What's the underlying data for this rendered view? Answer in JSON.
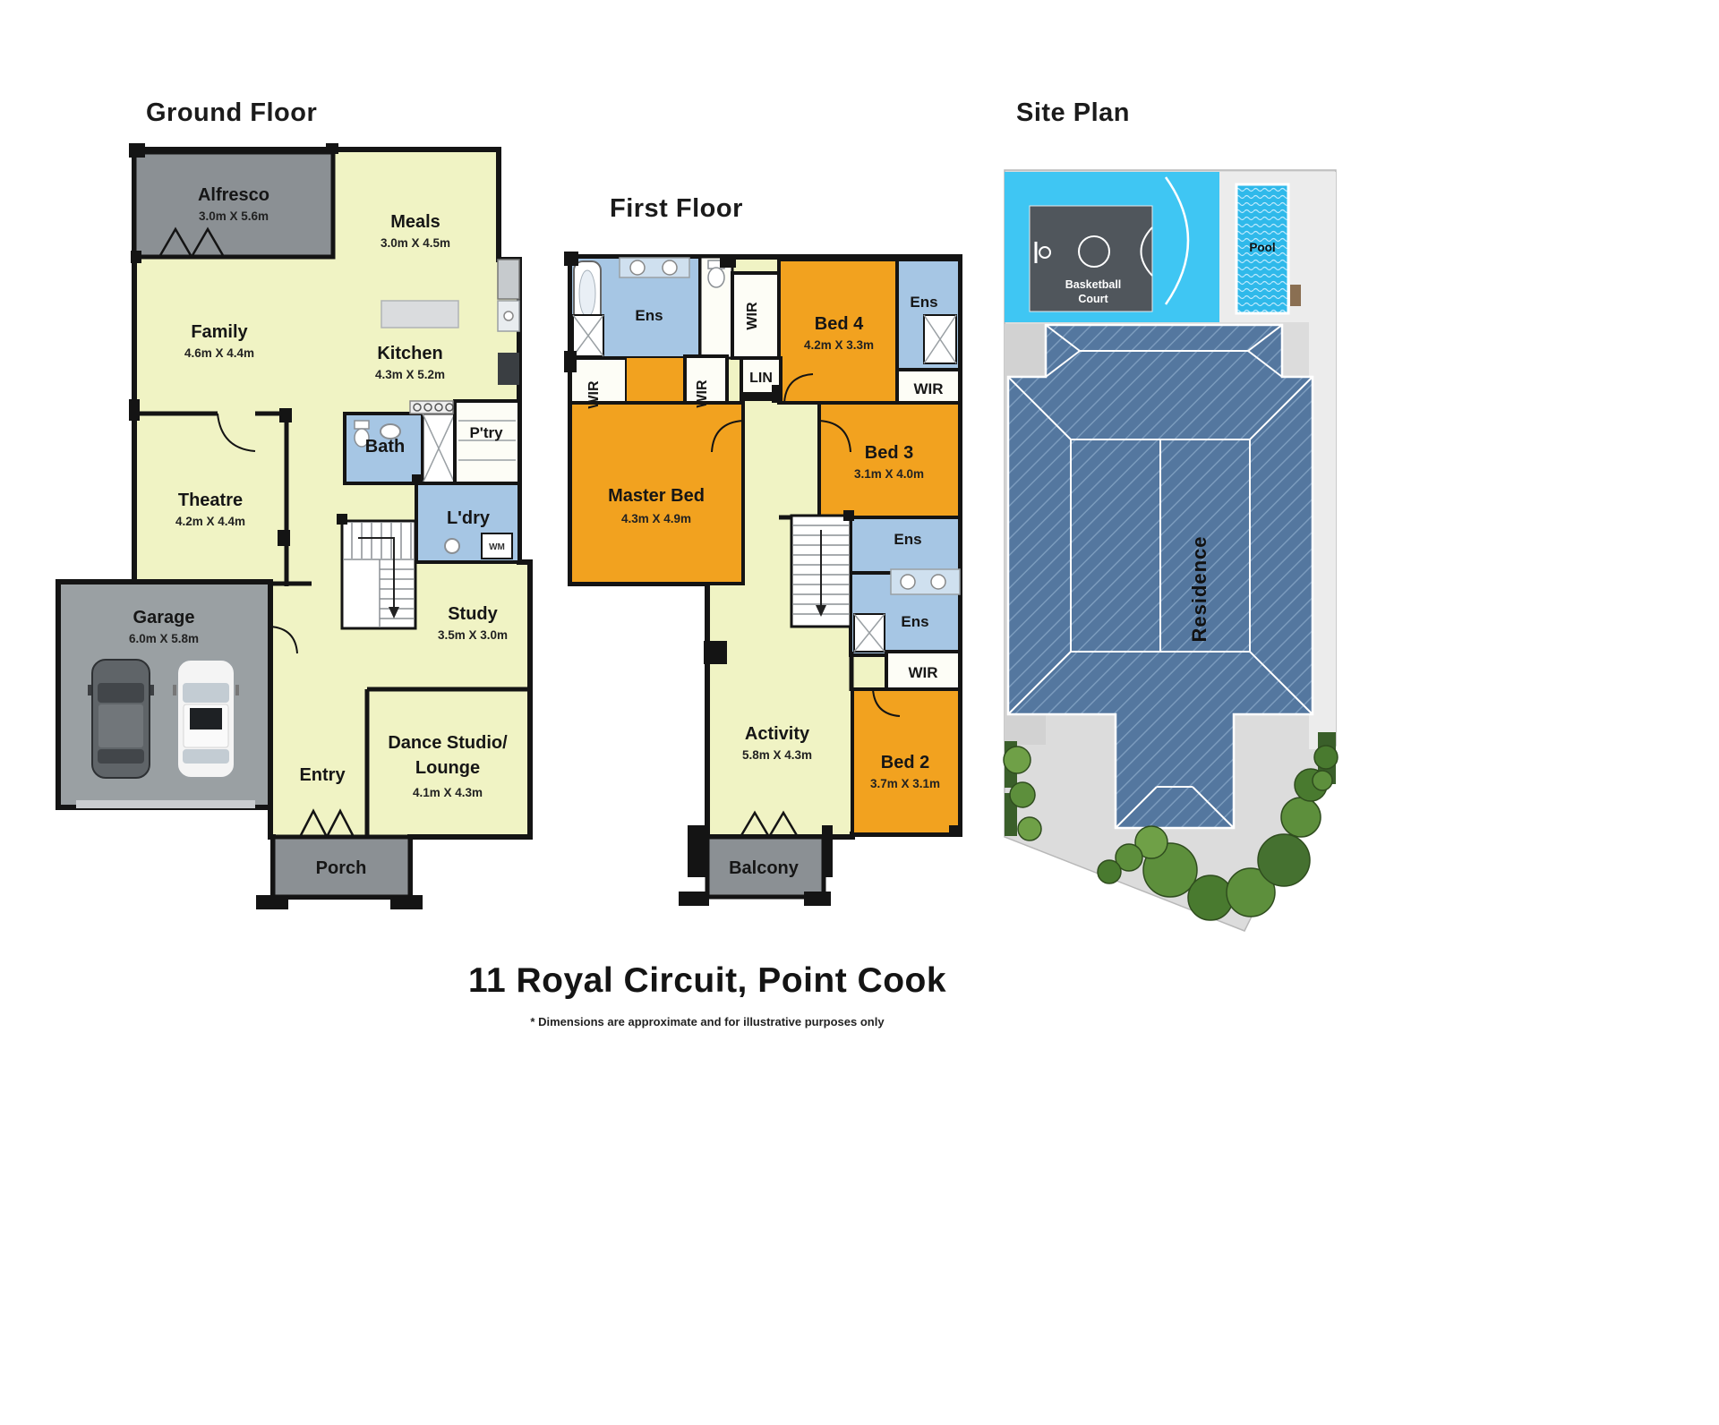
{
  "page": {
    "address": "11 Royal Circuit, Point Cook",
    "disclaimer": "* Dimensions are approximate and for illustrative purposes only"
  },
  "headings": {
    "ground_floor": "Ground Floor",
    "first_floor": "First Floor",
    "site_plan": "Site Plan"
  },
  "ground_floor": {
    "alfresco": {
      "name": "Alfresco",
      "dims": "3.0m X 5.6m"
    },
    "meals": {
      "name": "Meals",
      "dims": "3.0m X 4.5m"
    },
    "family": {
      "name": "Family",
      "dims": "4.6m X 4.4m"
    },
    "kitchen": {
      "name": "Kitchen",
      "dims": "4.3m X 5.2m"
    },
    "pantry": {
      "name": "P'try"
    },
    "bath": {
      "name": "Bath"
    },
    "theatre": {
      "name": "Theatre",
      "dims": "4.2m X 4.4m"
    },
    "laundry": {
      "name": "L'dry"
    },
    "washing_machine": {
      "name": "WM"
    },
    "garage": {
      "name": "Garage",
      "dims": "6.0m X 5.8m"
    },
    "study": {
      "name": "Study",
      "dims": "3.5m X 3.0m"
    },
    "dance_studio": {
      "name_line1": "Dance Studio/",
      "name_line2": "Lounge",
      "dims": "4.1m X 4.3m"
    },
    "entry": {
      "name": "Entry"
    },
    "porch": {
      "name": "Porch"
    }
  },
  "first_floor": {
    "ens_master": {
      "name": "Ens"
    },
    "wir_master_top": {
      "name": "WIR"
    },
    "bed4": {
      "name": "Bed 4",
      "dims": "4.2m X 3.3m"
    },
    "ens_bed4": {
      "name": "Ens"
    },
    "wir_master_left": {
      "name": "WIR"
    },
    "wir_master_mid": {
      "name": "WIR"
    },
    "linen": {
      "name": "LIN"
    },
    "wir_bed4": {
      "name": "WIR"
    },
    "master_bed": {
      "name": "Master Bed",
      "dims": "4.3m X 4.9m"
    },
    "bed3": {
      "name": "Bed 3",
      "dims": "3.1m X 4.0m"
    },
    "ens_bed3": {
      "name": "Ens"
    },
    "ens_bed2": {
      "name": "Ens"
    },
    "wir_bed2": {
      "name": "WIR"
    },
    "activity": {
      "name": "Activity",
      "dims": "5.8m X 4.3m"
    },
    "bed2": {
      "name": "Bed 2",
      "dims": "3.7m X 3.1m"
    },
    "balcony": {
      "name": "Balcony"
    }
  },
  "site_plan": {
    "basketball_line1": "Basketball",
    "basketball_line2": "Court",
    "pool": "Pool",
    "residence": "Residence"
  },
  "colors": {
    "room_living_cream": "#f0f3c4",
    "room_outdoor_gray": "#8b9094",
    "room_garage_gray": "#9aa0a3",
    "room_wet_blue": "#a6c6e4",
    "room_bed_orange": "#f2a21f",
    "wall_black": "#141414",
    "water_cyan": "#3fc6f3",
    "roof_blue": "#54779f",
    "court_gray": "#50565c",
    "tree_green": "#5d8f3c"
  },
  "icons": {
    "car-icon": "rounded-rect top-view car shape",
    "stairs-icon": "striped treads with direction arrow",
    "bathtub-icon": "rounded rect tub",
    "sink-icon": "circle basin",
    "toilet-icon": "ellipse bowl with tank",
    "shower-icon": "square with diagonal cross",
    "cooktop-icon": "four burner circles",
    "washing-machine-icon": "box labelled WM",
    "basketball-hoop-icon": "backboard line and rim circle",
    "tree-icon": "green circle canopy"
  }
}
